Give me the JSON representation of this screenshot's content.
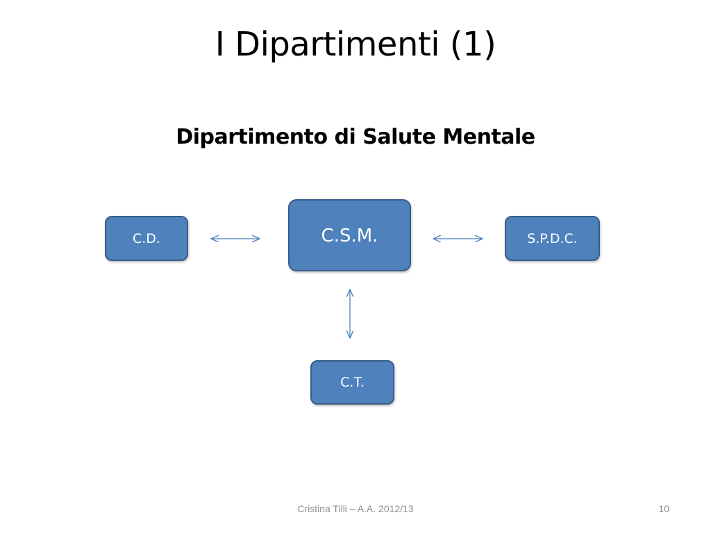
{
  "slide": {
    "title": "I Dipartimenti (1)",
    "subtitle": "Dipartimento di Salute Mentale",
    "footer": "Cristina Tilli – A.A. 2012/13",
    "page_number": "10"
  },
  "diagram": {
    "nodes": {
      "cd": "C.D.",
      "csm": "C.S.M.",
      "spdc": "S.P.D.C.",
      "ct": "C.T."
    },
    "edges": [
      {
        "from": "cd",
        "to": "csm",
        "type": "bidirectional"
      },
      {
        "from": "csm",
        "to": "spdc",
        "type": "bidirectional"
      },
      {
        "from": "csm",
        "to": "ct",
        "type": "bidirectional"
      }
    ],
    "colors": {
      "node_fill": "#4f81bd",
      "node_border": "#385d8a",
      "connector": "#4a7ebb"
    }
  }
}
